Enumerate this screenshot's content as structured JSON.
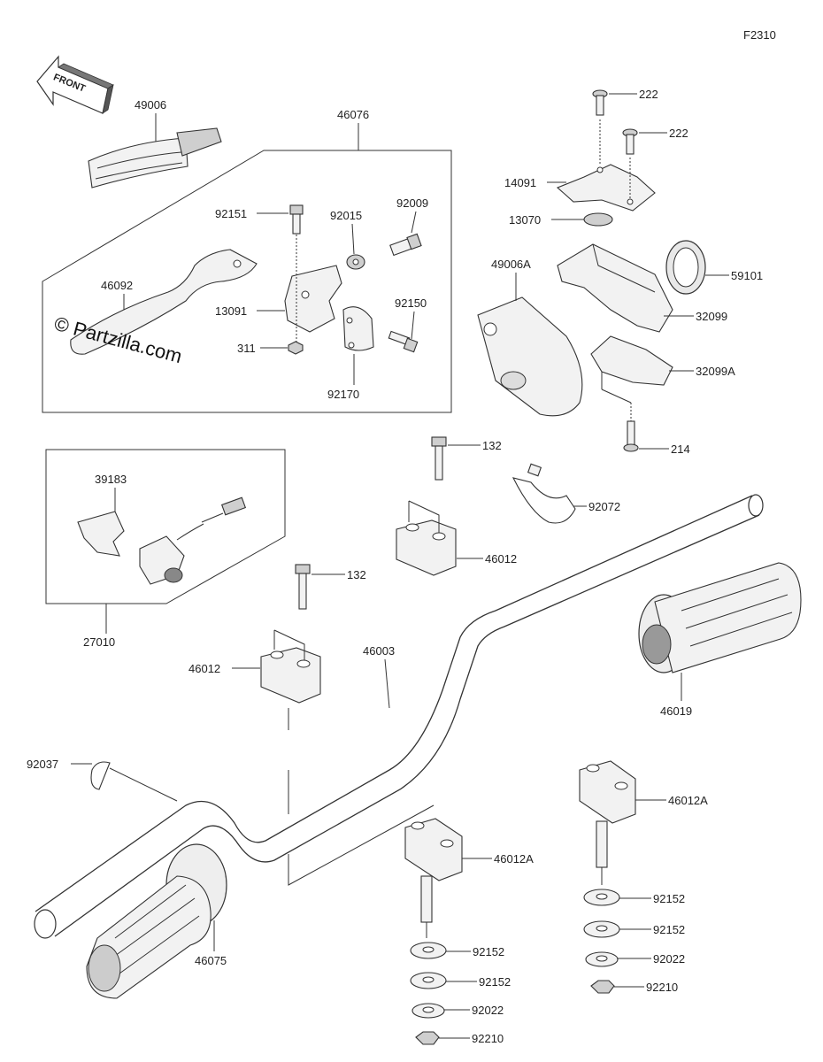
{
  "figure_code": "F2310",
  "front_arrow_label": "FRONT",
  "watermark": "© Partzilla.com",
  "parts": {
    "p49006": "49006",
    "p46076": "46076",
    "p92151": "92151",
    "p92015": "92015",
    "p92009": "92009",
    "p46092": "46092",
    "p13091": "13091",
    "p92150": "92150",
    "p311": "311",
    "p92170": "92170",
    "p222a": "222",
    "p222b": "222",
    "p14091": "14091",
    "p13070": "13070",
    "p49006A": "49006A",
    "p59101": "59101",
    "p32099": "32099",
    "p32099A": "32099A",
    "p214": "214",
    "p132a": "132",
    "p92072": "92072",
    "p39183": "39183",
    "p46012a": "46012",
    "p132b": "132",
    "p27010": "27010",
    "p46012b": "46012",
    "p46003": "46003",
    "p46019": "46019",
    "p92037": "92037",
    "p46012Aa": "46012A",
    "p46012Ab": "46012A",
    "p92152a": "92152",
    "p92152b": "92152",
    "p92022a": "92022",
    "p92210a": "92210",
    "p92152c": "92152",
    "p92152d": "92152",
    "p92022b": "92022",
    "p92210b": "92210",
    "p46075": "46075"
  }
}
